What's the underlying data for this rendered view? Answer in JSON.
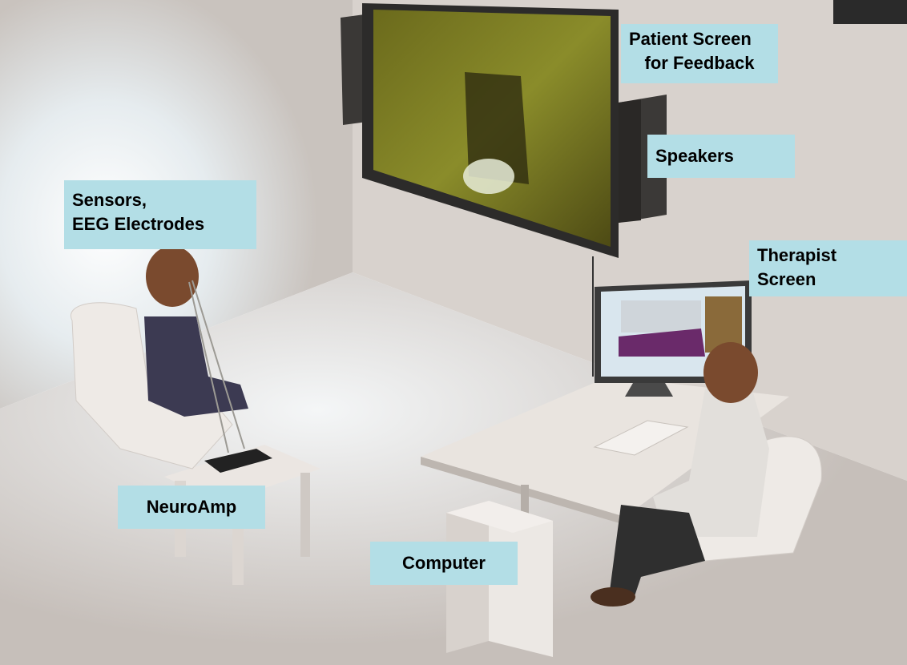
{
  "labels": {
    "patient_screen": {
      "line1": "Patient Screen",
      "line2": "for Feedback"
    },
    "speakers": "Speakers",
    "sensors": {
      "line1": "Sensors,",
      "line2": "EEG Electrodes"
    },
    "therapist_screen": {
      "line1": "Therapist",
      "line2": "Screen"
    },
    "neuroamp": "NeuroAmp",
    "computer": "Computer"
  },
  "colors": {
    "label_bg": "#b3dee6",
    "wall": "#d9d3ce",
    "floor": "#cfc8c3",
    "furniture": "#ece8e4"
  }
}
